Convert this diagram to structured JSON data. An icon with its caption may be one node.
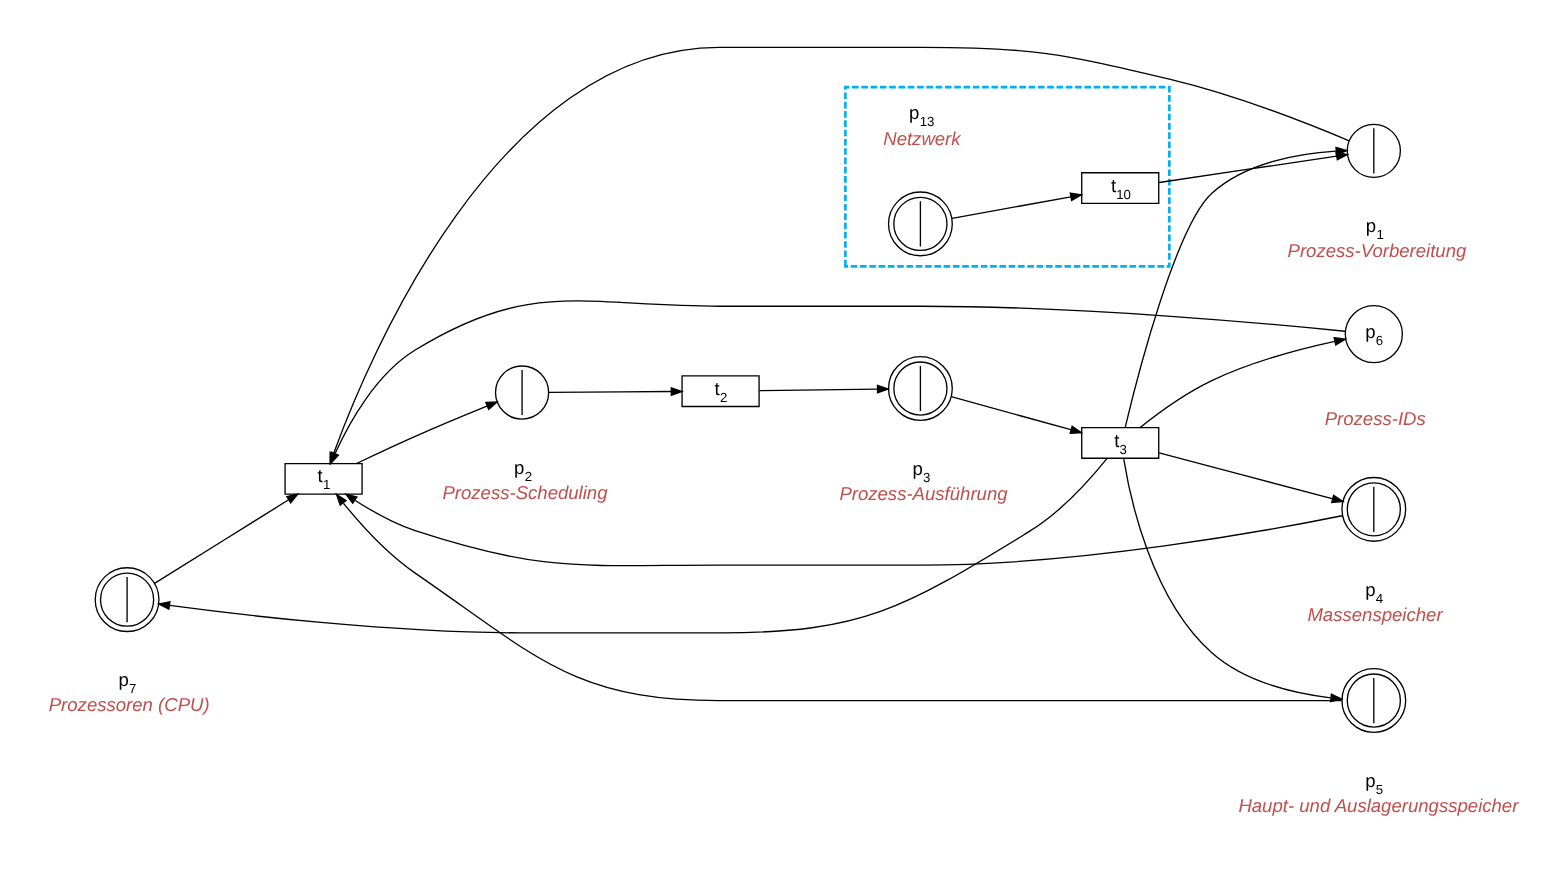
{
  "diagram": {
    "nodes": [
      {
        "text": [],
        "shape": "doublecircle",
        "beside": [
          "p$_{7}$",
          "Prozessoren (CPU)"
        ]
      },
      {
        "text": [
          "p$_{6}$"
        ],
        "beside": [
          "Prozess-IDs"
        ]
      },
      {
        "text": [],
        "shape": "circle",
        "beside": [
          "p$_{1}$",
          "Prozess-Vorbereitung"
        ]
      },
      {
        "text": [
          "t$_{1}$"
        ]
      },
      {
        "text": [],
        "shape": "circle",
        "beside": [
          "p$_{2}$",
          "Prozess-Scheduling"
        ]
      },
      {
        "text": [
          "t$_{2}$"
        ]
      },
      {
        "text": [],
        "shape": "doublecircle",
        "beside": [
          "p$_{3}$",
          "Prozess-Ausführung"
        ]
      },
      {
        "text": [
          "t$_{3}$"
        ]
      },
      {
        "text": [],
        "shape": "box"
      },
      {
        "text": [
          "t$_{10}$"
        ],
        "in": 8
      },
      {
        "text": [],
        "shape": "doublecircle",
        "beside": [
          "p$_{4}$",
          "Massenspeicher"
        ]
      },
      {
        "text": [],
        "shape": "doublecircle",
        "beside": [
          "p$_{5}$",
          "Haupt- und Auslagerungsspeicher"
        ]
      },
      {
        "text": [],
        "shape": "doublecircle",
        "beside": [
          "p$_{13}$",
          "Netzwerk"
        ],
        "in": 8
      }
    ],
    "edges": [
      {
        "from": 7,
        "to": 2,
        "arrow": "to"
      },
      {
        "from": 7,
        "to": 0,
        "arrow": "to"
      },
      {
        "from": 0,
        "to": 3,
        "arrow": "to"
      },
      {
        "from": 7,
        "to": 1,
        "arrow": "to"
      },
      {
        "from": 1,
        "to": 3,
        "arrow": "to"
      },
      {
        "from": 2,
        "to": 3,
        "arrow": "to"
      },
      {
        "from": 3,
        "to": 4,
        "arrow": "to"
      },
      {
        "from": 4,
        "to": 5,
        "arrow": "to"
      },
      {
        "from": 5,
        "to": 6,
        "arrow": "to"
      },
      {
        "from": 6,
        "to": 7,
        "arrow": "to"
      },
      {
        "from": 7,
        "to": 10,
        "arrow": "to"
      },
      {
        "from": 10,
        "to": 3,
        "arrow": "to"
      },
      {
        "from": 7,
        "to": 11,
        "arrow": "to"
      },
      {
        "from": 11,
        "to": 3,
        "arrow": "to"
      },
      {
        "from": 12,
        "to": 9,
        "arrow": "to"
      },
      {
        "from": 9,
        "to": 2,
        "arrow": "to"
      }
    ]
  }
}
